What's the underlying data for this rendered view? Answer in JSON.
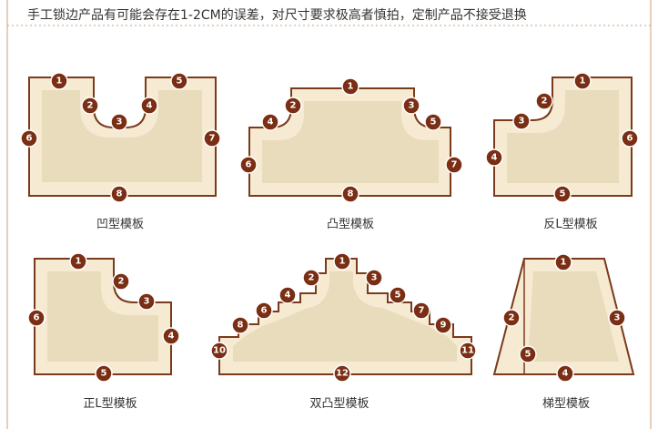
{
  "notice": "手工锁边产品有可能会存在1-2CM的误差，对尺寸要求极高者慎拍，定制产品不接受退换",
  "colors": {
    "border": "#7a3a1c",
    "outer_fill": "#f6ead2",
    "inner_fill": "#e9dcbc",
    "marker": "#7a2e13",
    "frame_line": "#c9a27a"
  },
  "templates": [
    {
      "id": "concave",
      "caption": "凹型模板",
      "markers": [
        "1",
        "2",
        "3",
        "4",
        "5",
        "6",
        "7",
        "8"
      ]
    },
    {
      "id": "convex",
      "caption": "凸型模板",
      "markers": [
        "1",
        "2",
        "3",
        "4",
        "5",
        "6",
        "7",
        "8"
      ]
    },
    {
      "id": "reverse-l",
      "caption": "反L型模板",
      "markers": [
        "1",
        "2",
        "3",
        "4",
        "5",
        "6"
      ]
    },
    {
      "id": "l-shape",
      "caption": "正L型模板",
      "markers": [
        "1",
        "2",
        "3",
        "4",
        "5",
        "6"
      ]
    },
    {
      "id": "double-convex",
      "caption": "双凸型模板",
      "markers": [
        "1",
        "2",
        "3",
        "4",
        "5",
        "6",
        "7",
        "8",
        "9",
        "10",
        "11",
        "12"
      ]
    },
    {
      "id": "trapezoid",
      "caption": "梯型模板",
      "markers": [
        "1",
        "2",
        "3",
        "4",
        "5"
      ]
    }
  ]
}
